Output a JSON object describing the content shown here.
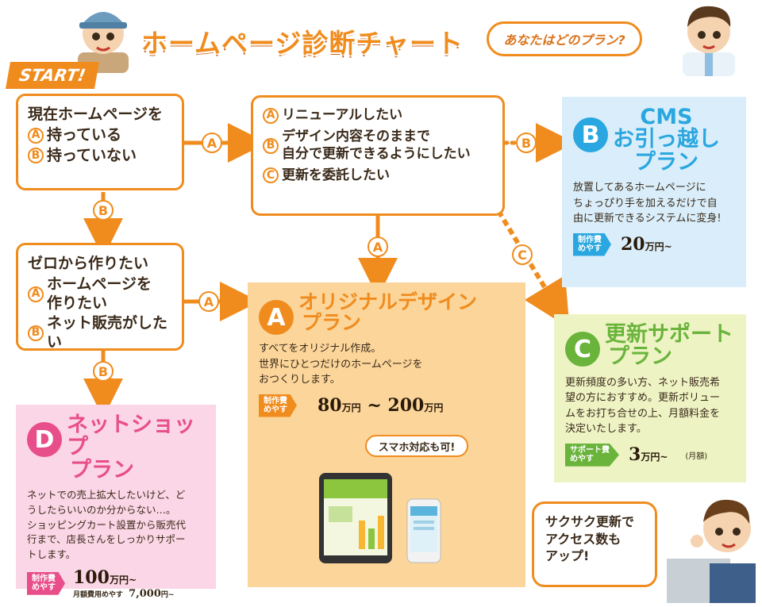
{
  "header": {
    "title": "ホームページ診断チャート",
    "question_bubble": "あなたはどのプラン?",
    "start_label": "START!"
  },
  "q1": {
    "title": "現在ホームページを",
    "options": [
      {
        "letter": "A",
        "text": "持っている"
      },
      {
        "letter": "B",
        "text": "持っていない"
      }
    ]
  },
  "q2": {
    "options": [
      {
        "letter": "A",
        "text": "リニューアルしたい"
      },
      {
        "letter": "B",
        "text": "デザイン内容そのままで",
        "text2": "自分で更新できるようにしたい"
      },
      {
        "letter": "C",
        "text": "更新を委託したい"
      }
    ]
  },
  "q3": {
    "title": "ゼロから作りたい",
    "options": [
      {
        "letter": "A",
        "text": "ホームページを",
        "text2": "作りたい"
      },
      {
        "letter": "B",
        "text": "ネット販売がしたい"
      }
    ]
  },
  "arrows": {
    "q1_to_q2": "A",
    "q1_to_q3": "B",
    "q2_to_b": "B",
    "q2_to_a": "A",
    "q2_to_c": "C",
    "q3_to_a": "A",
    "q3_to_d": "B"
  },
  "plan_b": {
    "letter": "B",
    "title1": "CMS",
    "title2": "お引っ越し",
    "title3": "プラン",
    "desc": [
      "放置してあるホームページに",
      "ちょっぴり手を加えるだけで自",
      "由に更新できるシステムに変身!"
    ],
    "fee_label1": "制作費",
    "fee_label2": "めやす",
    "price": "20",
    "unit": "万円~"
  },
  "plan_a": {
    "letter": "A",
    "title1": "オリジナルデザイン",
    "title2": "プラン",
    "desc": [
      "すべてをオリジナル作成。",
      "世界にひとつだけのホームページを",
      "おつくりします。"
    ],
    "fee_label1": "制作費",
    "fee_label2": "めやす",
    "price1": "80",
    "unit1": "万円",
    "tilde": "~",
    "price2": "200",
    "unit2": "万円",
    "mobile_note": "スマホ対応も可!"
  },
  "plan_c": {
    "letter": "C",
    "title1": "更新サポート",
    "title2": "プラン",
    "desc": [
      "更新頻度の多い方、ネット販売希",
      "望の方におすすめ。更新ボリュー",
      "ムをお打ち合せの上、月額料金を",
      "決定いたします。"
    ],
    "fee_label1": "サポート費",
    "fee_label2": "めやす",
    "price": "3",
    "unit": "万円~",
    "note": "(月額)"
  },
  "plan_d": {
    "letter": "D",
    "title1": "ネットショップ",
    "title2": "プラン",
    "desc": [
      "ネットでの売上拡大したいけど、ど",
      "うしたらいいのか分からない…。",
      "ショッピングカート設置から販売代",
      "行まで、店長さんをしっかりサポー",
      "トします。"
    ],
    "fee_label1": "制作費",
    "fee_label2": "めやす",
    "price": "100",
    "unit": "万円~",
    "monthly_label": "月額費用めやす",
    "monthly_price": "7,000",
    "monthly_unit": "円~"
  },
  "speech": {
    "lines": [
      "サクサク更新で",
      "アクセス数も",
      "アップ!"
    ]
  },
  "colors": {
    "orange": "#f08c1e",
    "plan_b_bg": "#d9eefa",
    "plan_b_accent": "#2aa7e0",
    "plan_a_bg": "#fbd59a",
    "plan_a_accent": "#f08c1e",
    "plan_c_bg": "#eef3c4",
    "plan_c_accent": "#6ab43c",
    "plan_d_bg": "#fbd6e6",
    "plan_d_accent": "#e84e8a"
  }
}
